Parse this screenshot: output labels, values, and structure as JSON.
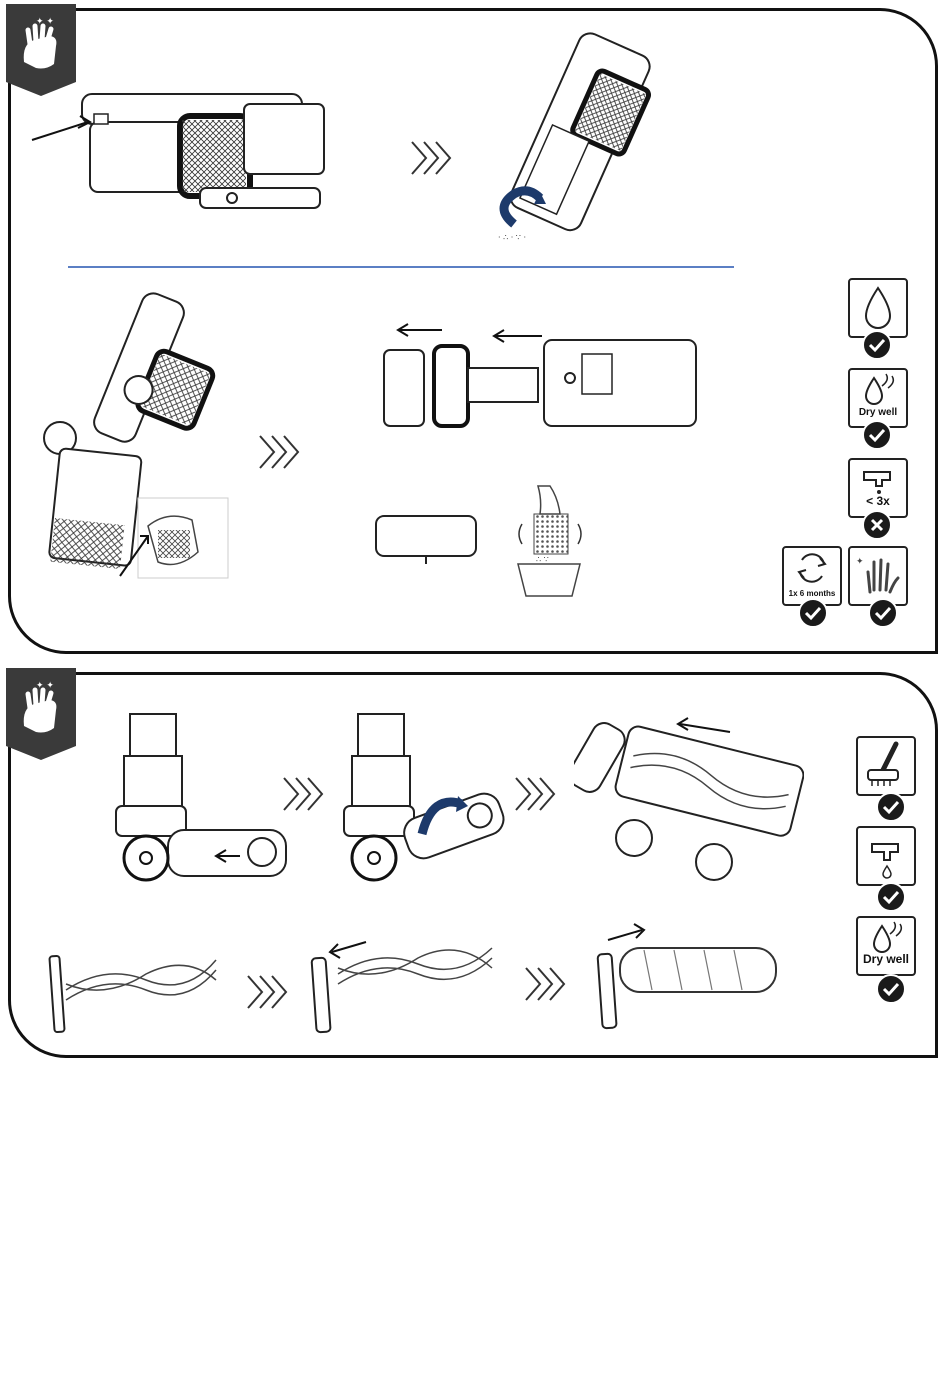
{
  "panel1": {
    "icons": {
      "dry_well_label": "Dry well",
      "tap_limit_label": "< 3x",
      "interval_label": "1x 6 months"
    }
  },
  "panel2": {
    "icons": {
      "dry_well_label": "Dry well"
    }
  },
  "colors": {
    "border": "#111111",
    "divider": "#5b7fc4",
    "rotate_arrow": "#1d3a6b",
    "tab_fill": "#3a3a3a"
  }
}
